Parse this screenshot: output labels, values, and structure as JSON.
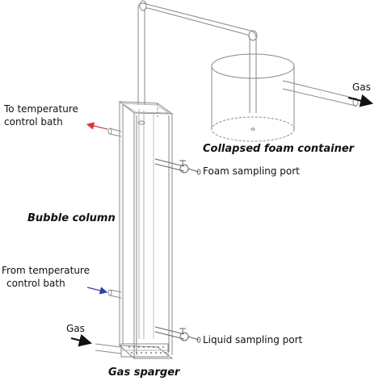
{
  "labels": {
    "to_bath_line1": "To temperature",
    "to_bath_line2": "control bath",
    "from_bath_line1": "From temperature",
    "from_bath_line2": "control bath",
    "bubble_column": "Bubble column",
    "collapsed_foam": "Collapsed foam container",
    "foam_port": "Foam sampling port",
    "liquid_port": "Liquid sampling port",
    "gas_in": "Gas",
    "gas_out": "Gas",
    "gas_sparger": "Gas sparger"
  },
  "colors": {
    "line": "#8a8a8a",
    "outlet_arrow": "#d23a3a",
    "inlet_arrow": "#2e3fa8",
    "gas_arrow": "#111111"
  }
}
